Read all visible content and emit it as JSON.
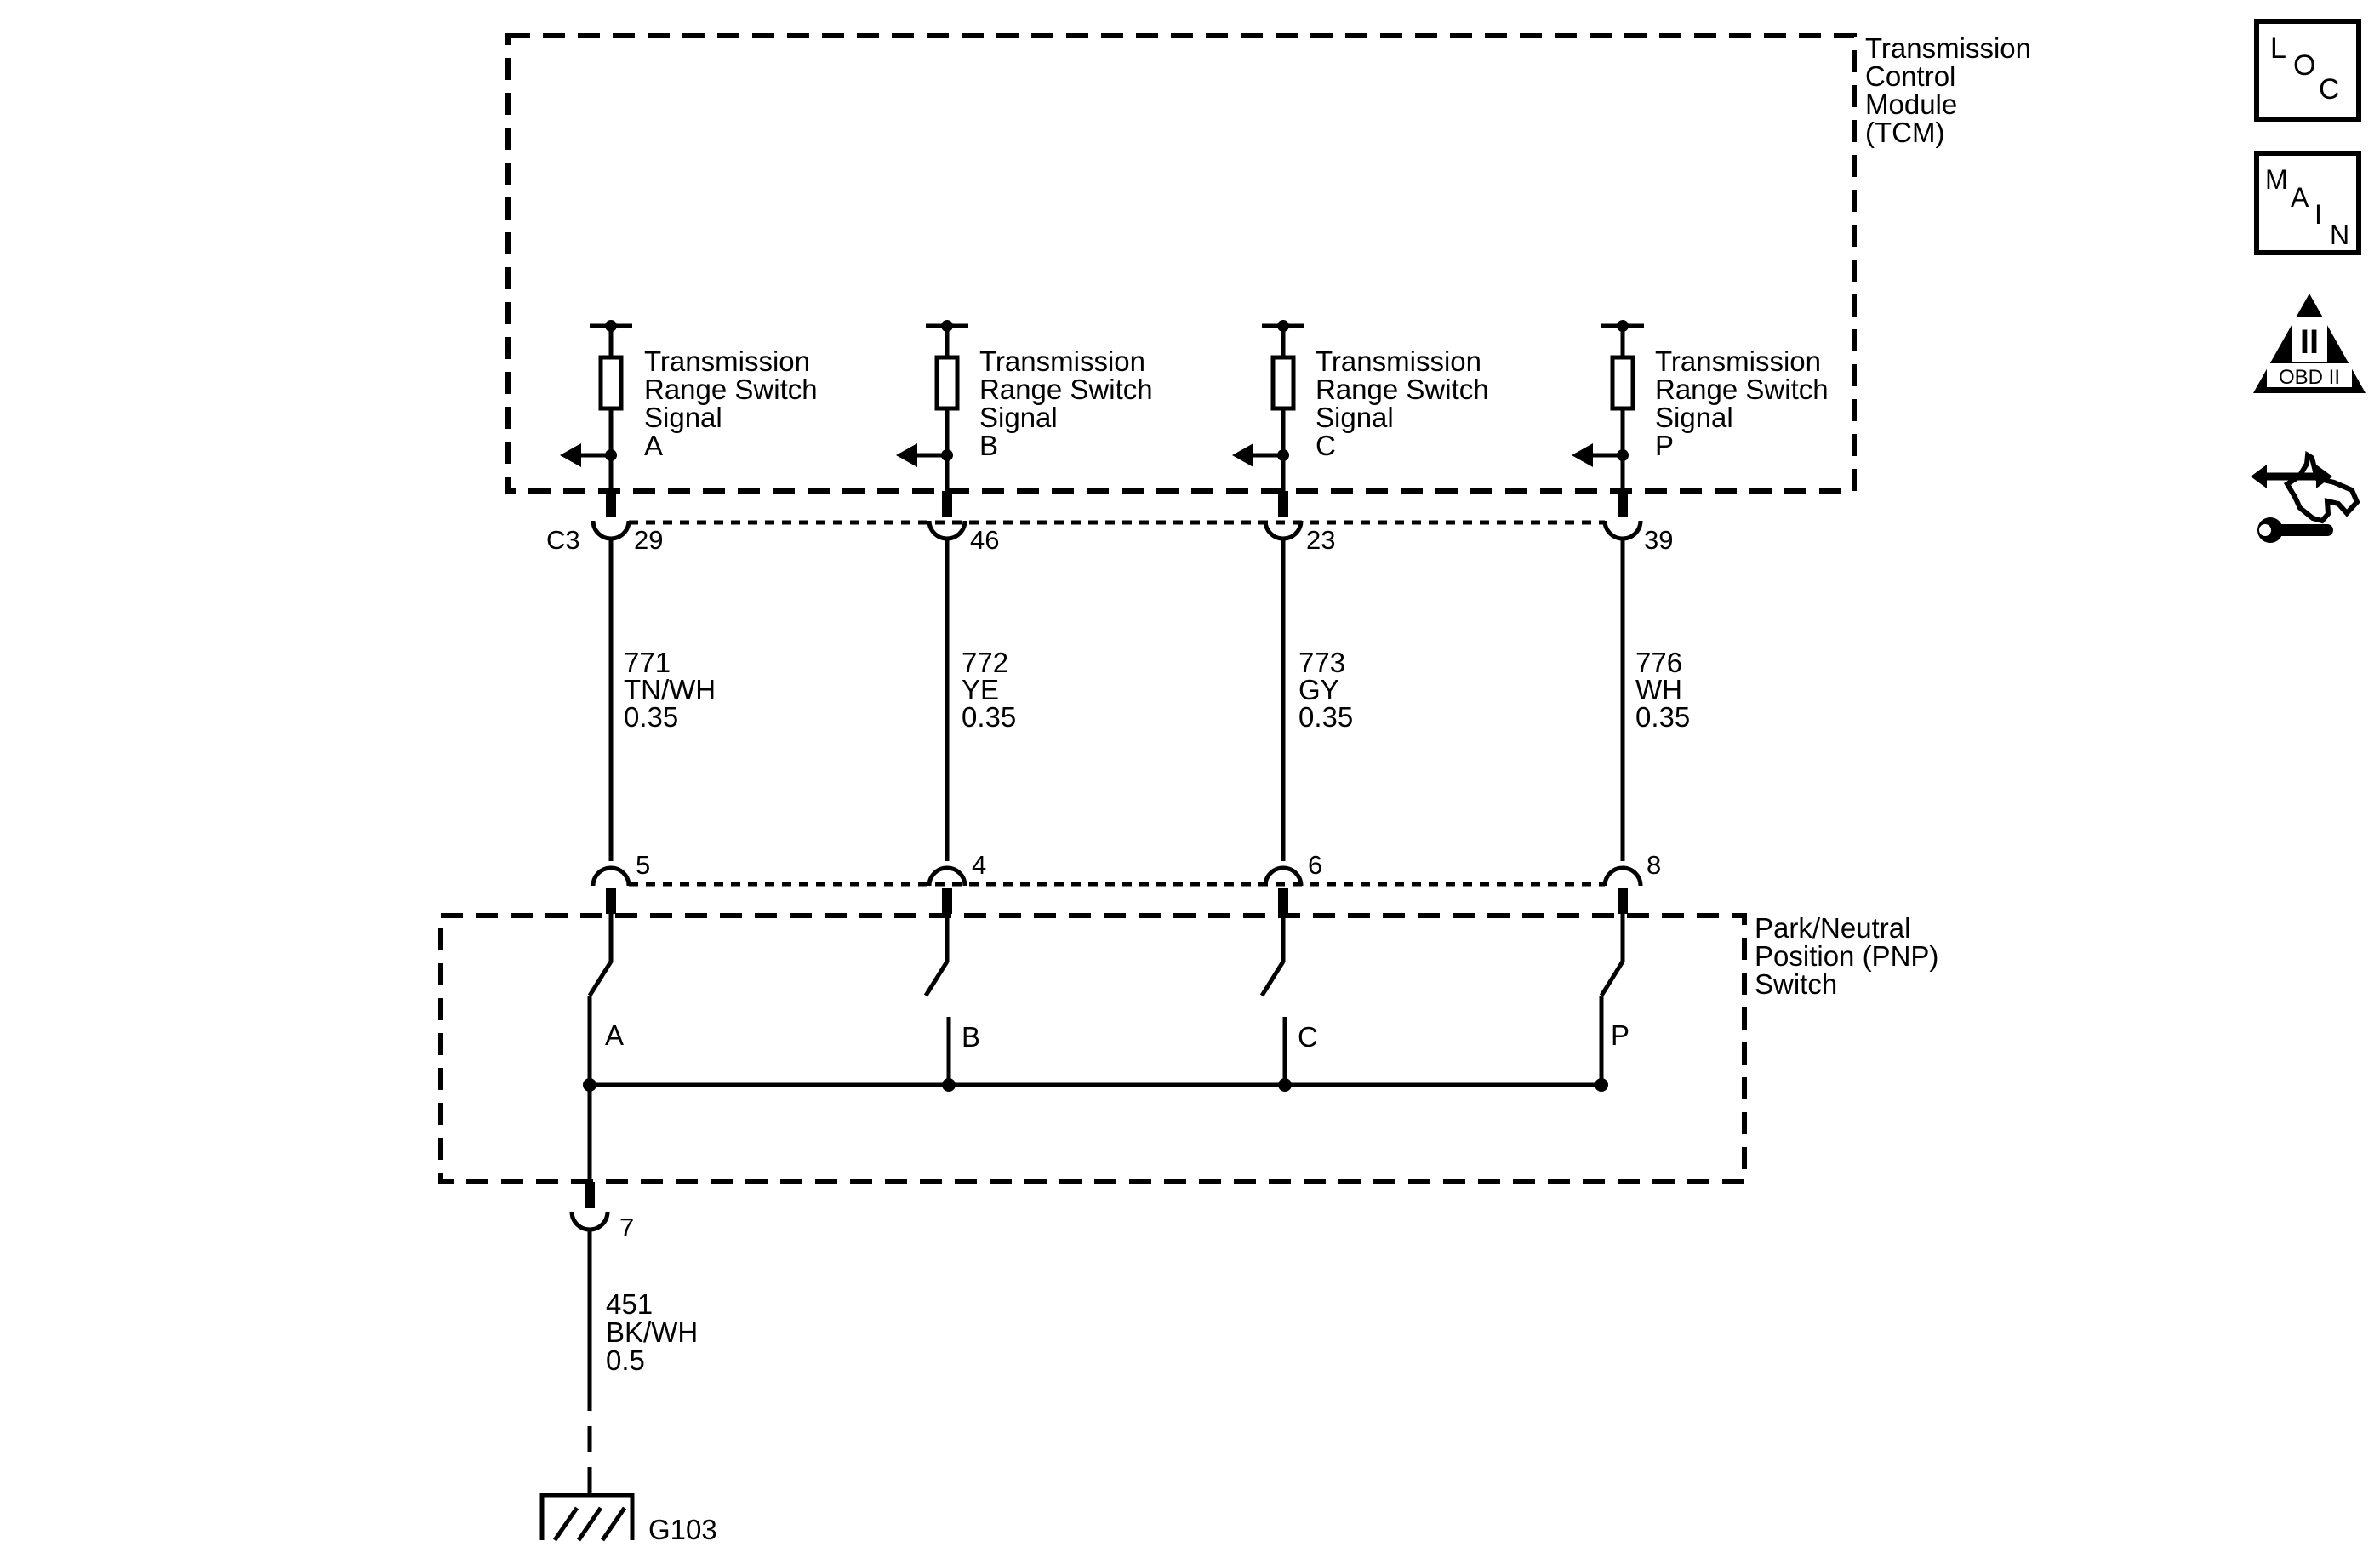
{
  "tcm": {
    "title_lines": [
      "Transmission",
      "Control",
      "Module",
      "(TCM)"
    ],
    "connector": "C3",
    "inputs": [
      {
        "lines": [
          "Transmission",
          "Range Switch",
          "Signal",
          "A"
        ],
        "pin": "29"
      },
      {
        "lines": [
          "Transmission",
          "Range Switch",
          "Signal",
          "B"
        ],
        "pin": "46"
      },
      {
        "lines": [
          "Transmission",
          "Range Switch",
          "Signal",
          "C"
        ],
        "pin": "23"
      },
      {
        "lines": [
          "Transmission",
          "Range Switch",
          "Signal",
          "P"
        ],
        "pin": "39"
      }
    ]
  },
  "wires": [
    {
      "circuit": "771",
      "color": "TN/WH",
      "size": "0.35"
    },
    {
      "circuit": "772",
      "color": "YE",
      "size": "0.35"
    },
    {
      "circuit": "773",
      "color": "GY",
      "size": "0.35"
    },
    {
      "circuit": "776",
      "color": "WH",
      "size": "0.35"
    }
  ],
  "pnp": {
    "title_lines": [
      "Park/Neutral",
      "Position (PNP)",
      "Switch"
    ],
    "pins": [
      "5",
      "4",
      "6",
      "8"
    ],
    "contacts": [
      "A",
      "B",
      "C",
      "P"
    ],
    "ground_pin": "7"
  },
  "ground_wire": {
    "circuit": "451",
    "color": "BK/WH",
    "size": "0.5"
  },
  "ground": {
    "label": "G103"
  },
  "nav": {
    "loc": [
      "L",
      "O",
      "C"
    ],
    "main": [
      "M",
      "A",
      "I",
      "N"
    ],
    "obd": {
      "numeral": "II",
      "label": "OBD II"
    }
  }
}
